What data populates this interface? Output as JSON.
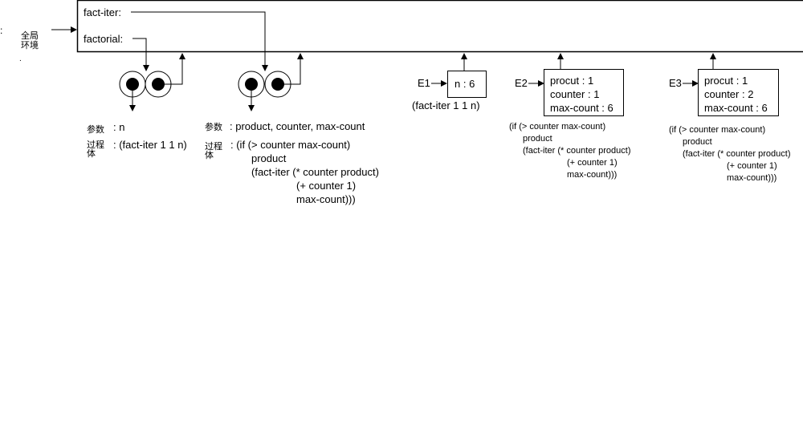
{
  "global_env": {
    "label_line1": "全局",
    "label_line2": "环境",
    "bindings": [
      {
        "name": "fact-iter:"
      },
      {
        "name": "factorial:"
      }
    ]
  },
  "procedures": [
    {
      "params_label": "参数",
      "params": ": n",
      "body_label_line1": "过程",
      "body_label_line2": "体",
      "body": [
        ": (fact-iter 1 1 n)"
      ]
    },
    {
      "params_label": "参数",
      "params": ": product, counter, max-count",
      "body_label_line1": "过程",
      "body_label_line2": "体",
      "body": [
        ": (if (> counter max-count)",
        "product",
        "(fact-iter (* counter product)",
        "(+ counter 1)",
        "max-count)))"
      ]
    }
  ],
  "frames": [
    {
      "name": "E1",
      "bindings": [
        "n : 6"
      ],
      "body": [
        "(fact-iter 1 1 n)"
      ]
    },
    {
      "name": "E2",
      "bindings": [
        "procut : 1",
        "counter : 1",
        "max-count : 6"
      ],
      "body": [
        "(if (> counter max-count)",
        "product",
        "(fact-iter (* counter product)",
        "(+ counter 1)",
        "max-count)))"
      ]
    },
    {
      "name": "E3",
      "bindings": [
        "procut : 1",
        "counter : 2",
        "max-count : 6"
      ],
      "body": [
        "(if (> counter max-count)",
        "product",
        "(fact-iter (* counter product)",
        "(+ counter 1)",
        "max-count)))"
      ]
    }
  ],
  "misc": {
    "left_mark": ":",
    "dot_mark": "."
  }
}
